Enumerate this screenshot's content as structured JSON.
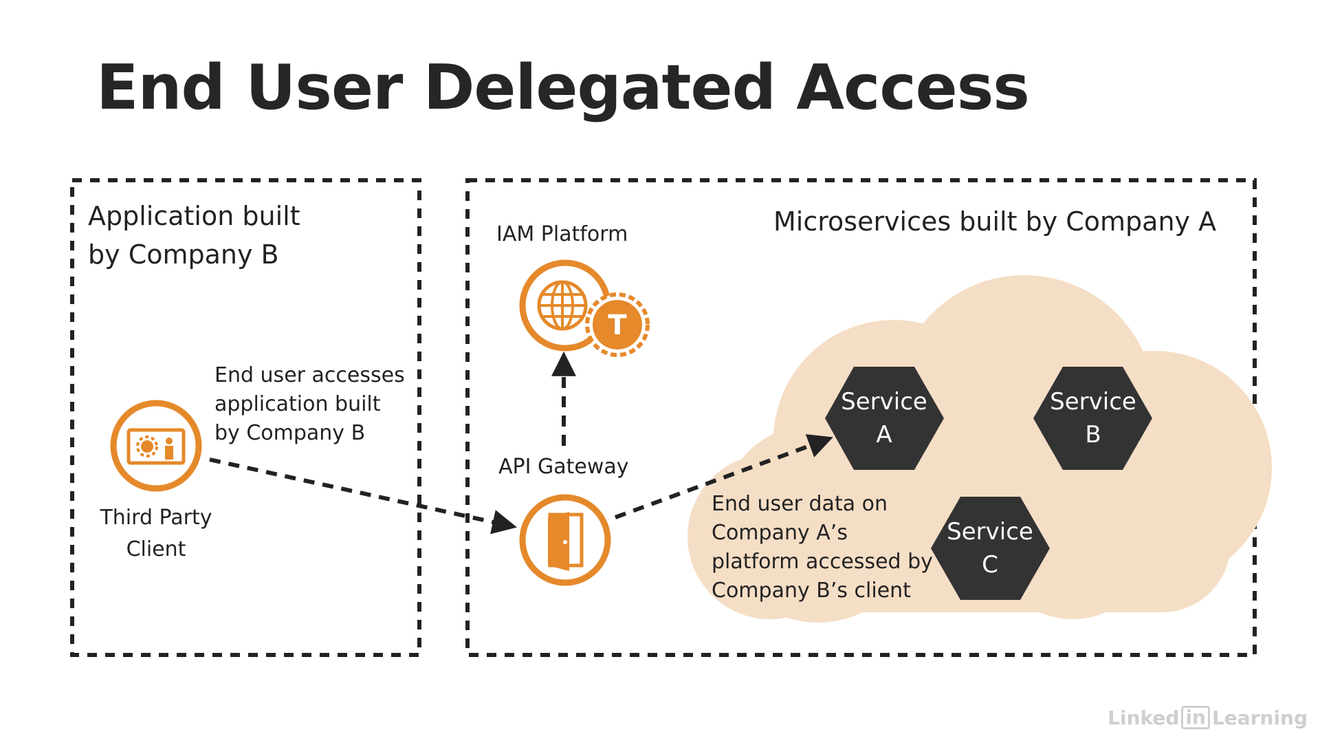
{
  "title": "End User Delegated Access",
  "left_box": {
    "label_line1": "Application built",
    "label_line2": "by Company B",
    "client_label_line1": "Third Party",
    "client_label_line2": "Client",
    "note_line1": "End user accesses",
    "note_line2": "application built",
    "note_line3": "by Company B"
  },
  "right_box": {
    "label": "Microservices built by Company A",
    "iam_label": "IAM Platform",
    "iam_badge": "T",
    "gateway_label": "API Gateway",
    "note_line1": "End user data on",
    "note_line2": "Company A’s",
    "note_line3": "platform accessed by",
    "note_line4": "Company B’s client"
  },
  "services": [
    {
      "line1": "Service",
      "line2": "A"
    },
    {
      "line1": "Service",
      "line2": "B"
    },
    {
      "line1": "Service",
      "line2": "C"
    }
  ],
  "watermark": {
    "left": "Linked",
    "mid": "in",
    "right": "Learning"
  },
  "colors": {
    "accent": "#E5892A",
    "cloud": "#F5DEC6",
    "hexagon": "#333333",
    "border": "#222222"
  }
}
